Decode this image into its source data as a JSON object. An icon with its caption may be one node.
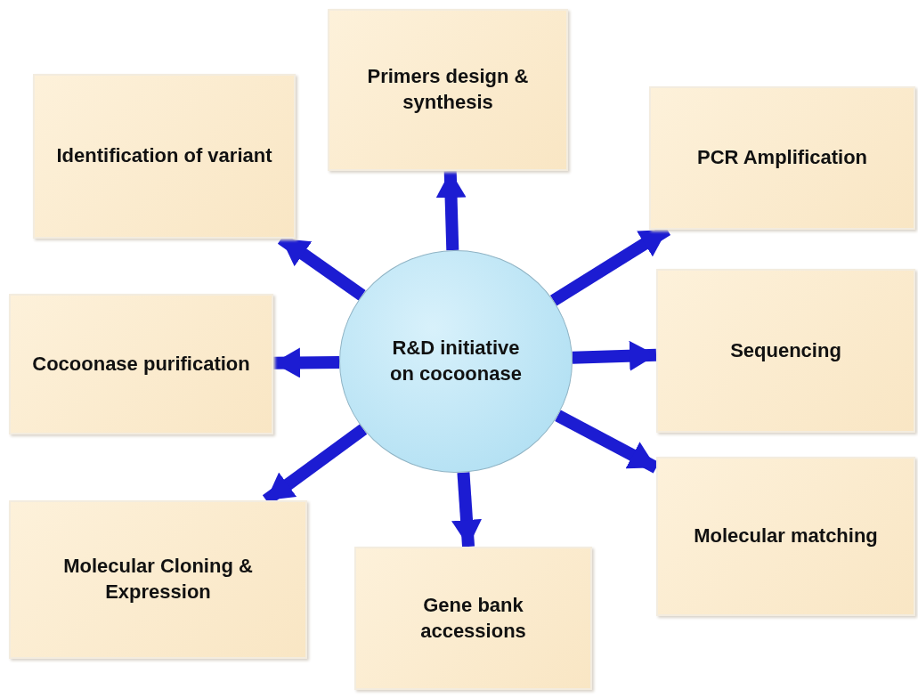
{
  "diagram": {
    "nodes": [
      {
        "text": [
          "R&D initiative on cocoonase"
        ]
      },
      {
        "text": [
          "Primers design & synthesis"
        ]
      },
      {
        "text": [
          "Identification of variant"
        ]
      },
      {
        "text": [
          "PCR Amplification"
        ]
      },
      {
        "text": [
          "Cocoonase purification"
        ]
      },
      {
        "text": [
          "Sequencing"
        ]
      },
      {
        "text": [
          "Molecular matching"
        ]
      },
      {
        "text": [
          "Molecular Cloning & Expression"
        ]
      },
      {
        "text": [
          "Gene bank accessions"
        ]
      }
    ],
    "edges": [
      {
        "from": 0,
        "to": 1,
        "arrow": "to"
      },
      {
        "from": 0,
        "to": 2,
        "arrow": "to"
      },
      {
        "from": 0,
        "to": 3,
        "arrow": "to"
      },
      {
        "from": 0,
        "to": 4,
        "arrow": "to"
      },
      {
        "from": 0,
        "to": 5,
        "arrow": "to"
      },
      {
        "from": 0,
        "to": 6,
        "arrow": "to"
      },
      {
        "from": 0,
        "to": 7,
        "arrow": "to"
      },
      {
        "from": 0,
        "to": 8,
        "arrow": "to"
      }
    ]
  }
}
